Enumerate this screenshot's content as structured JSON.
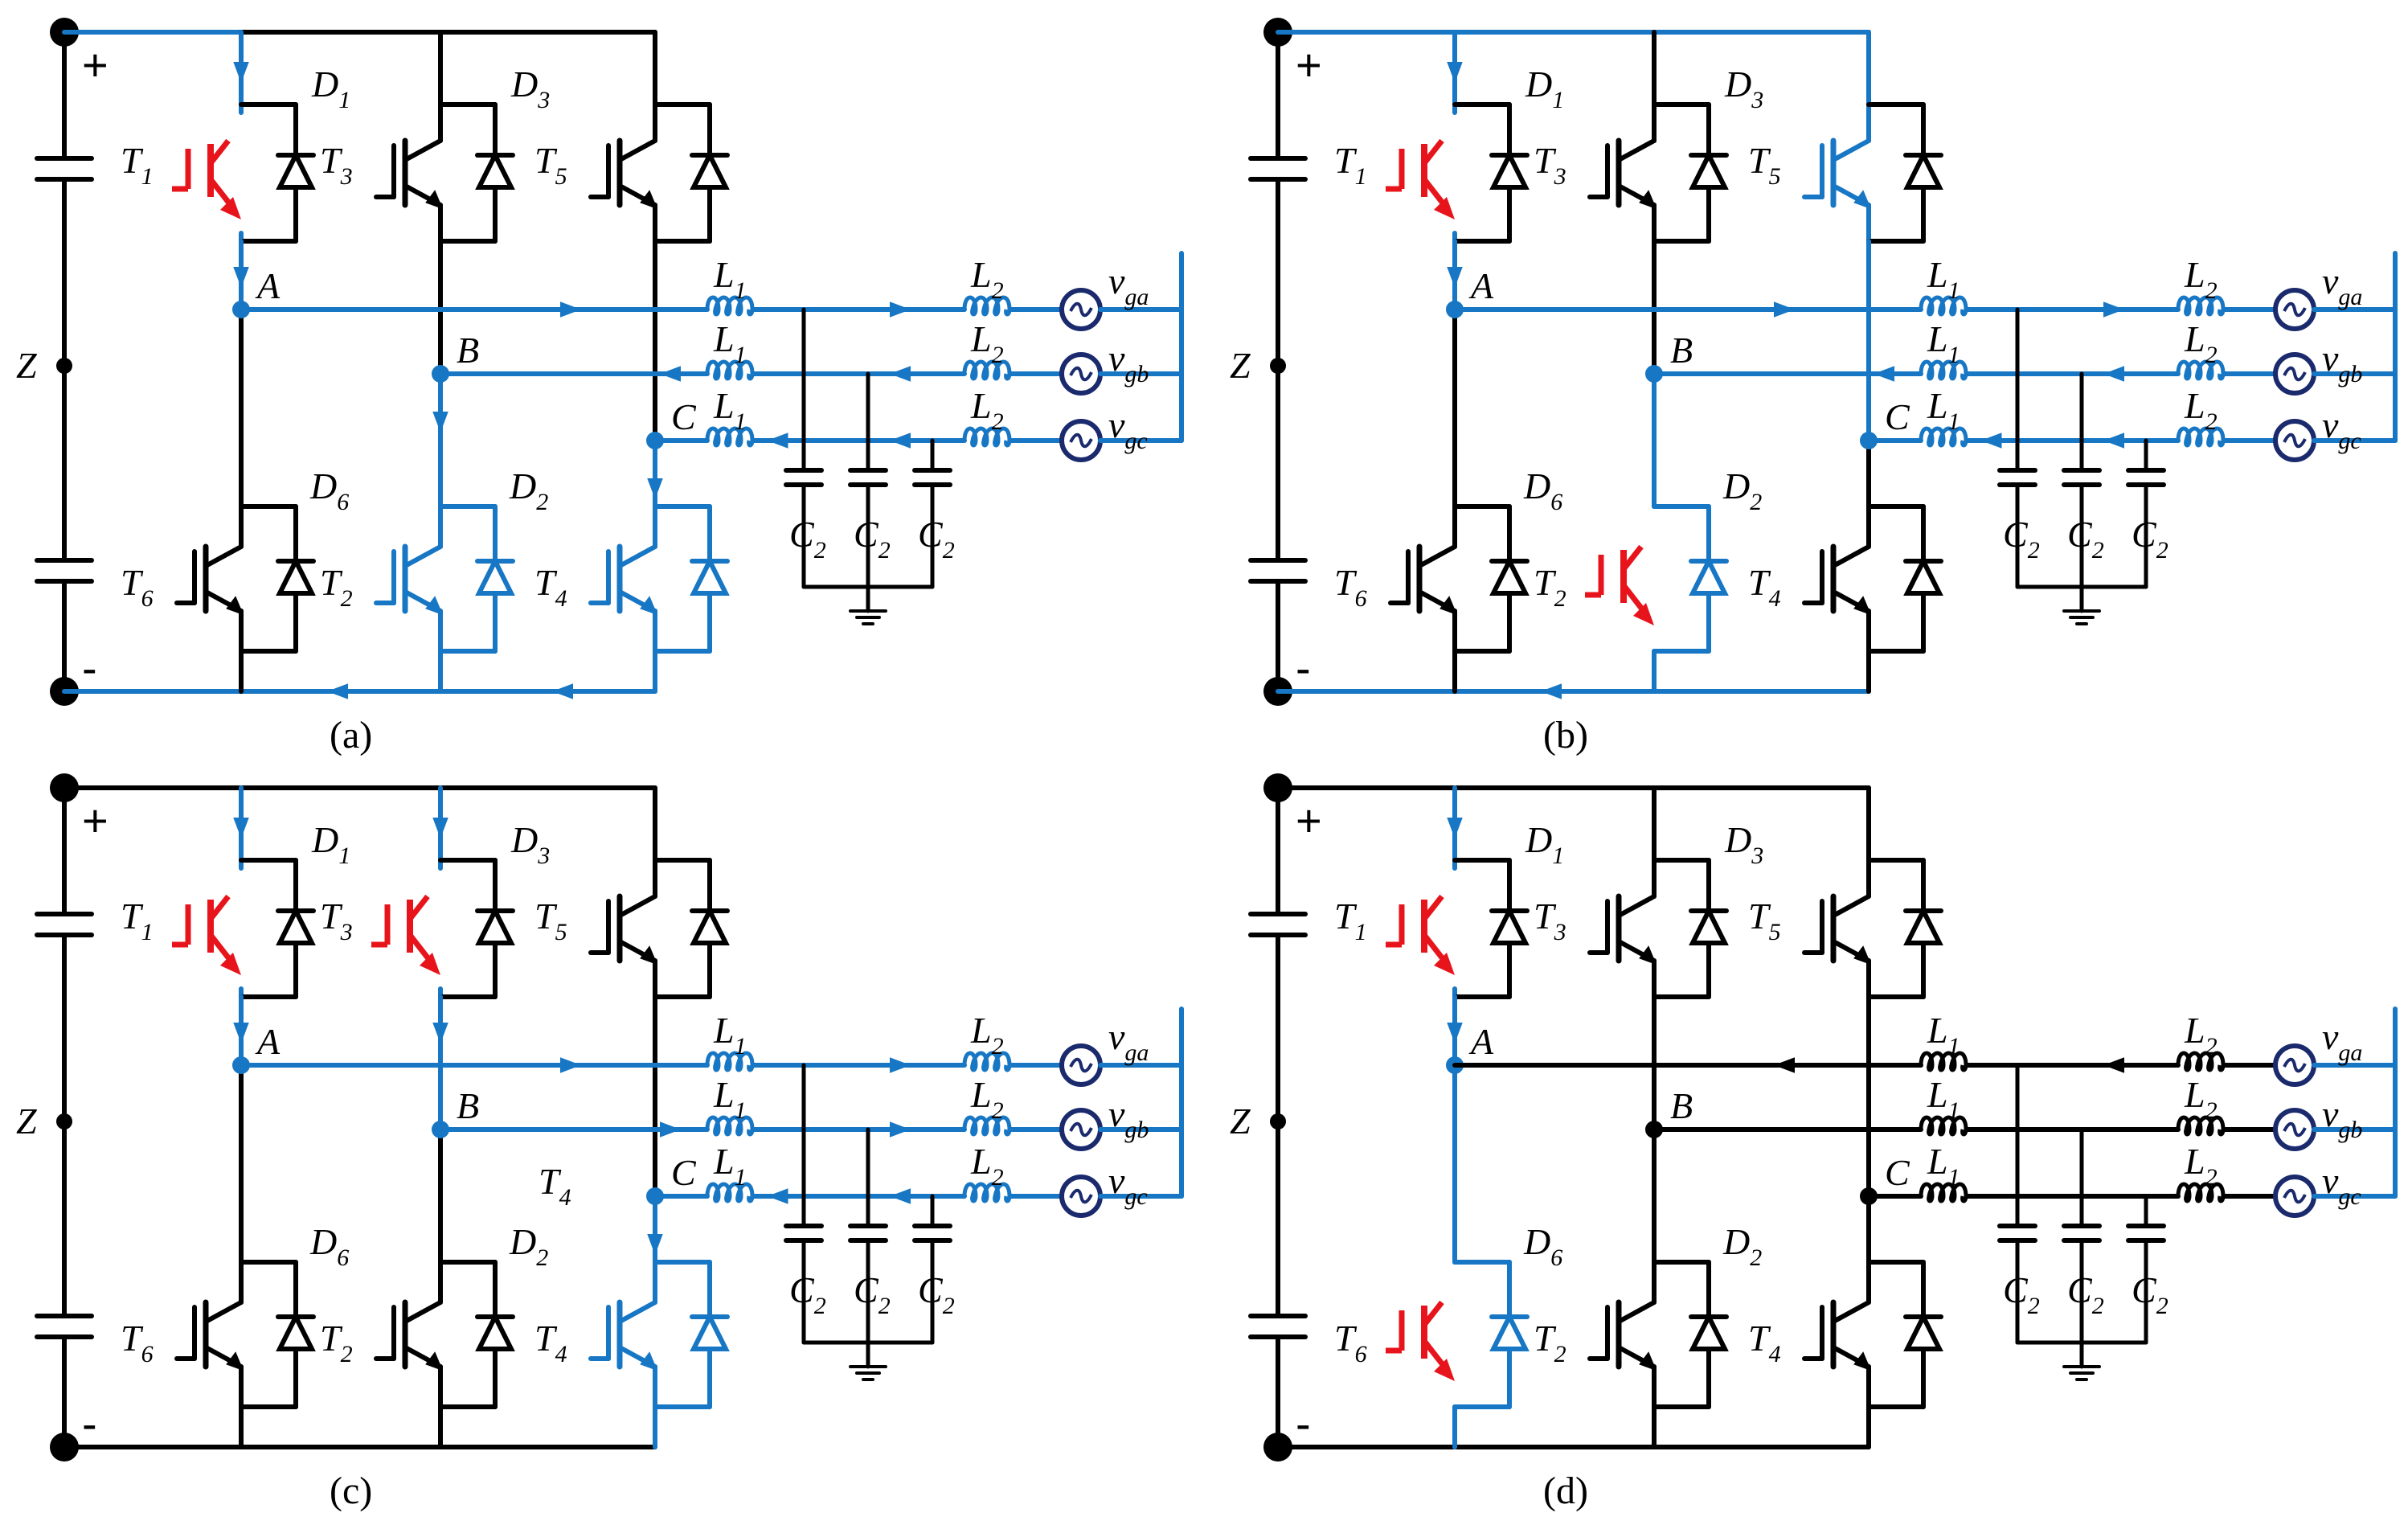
{
  "panels": [
    {
      "id": "a",
      "caption": "(a)",
      "on_switches": [
        "T1"
      ],
      "blue_switches": [
        "T2",
        "T4"
      ],
      "blue_nodes": [
        "A",
        "B",
        "C"
      ],
      "extra_label": ""
    },
    {
      "id": "b",
      "caption": "(b)",
      "on_switches": [
        "T1",
        "T2"
      ],
      "blue_switches": [
        "T5"
      ],
      "blue_nodes": [
        "A",
        "B",
        "C"
      ],
      "extra_label": ""
    },
    {
      "id": "c",
      "caption": "(c)",
      "on_switches": [
        "T1",
        "T3"
      ],
      "blue_switches": [
        "T4"
      ],
      "blue_nodes": [
        "A",
        "B",
        "C"
      ],
      "extra_label": "T4"
    },
    {
      "id": "d",
      "caption": "(d)",
      "on_switches": [
        "T1",
        "T6"
      ],
      "blue_switches": [],
      "blue_nodes": [
        "A"
      ],
      "extra_label": ""
    }
  ],
  "labels": {
    "plus": "+",
    "minus": "-",
    "Z": "Z",
    "nodes": [
      "A",
      "B",
      "C"
    ],
    "transistors": [
      "T1",
      "T2",
      "T3",
      "T4",
      "T5",
      "T6"
    ],
    "diodes": [
      "D1",
      "D2",
      "D3",
      "D6"
    ],
    "inductor_L1": "L1",
    "inductor_L2": "L2",
    "capacitor": "C2",
    "sources": [
      "vga",
      "vgb",
      "vgc"
    ]
  },
  "colors": {
    "black": "#000000",
    "blue": "#1777c4",
    "red": "#e8141c",
    "source": "#1a2a6c"
  }
}
